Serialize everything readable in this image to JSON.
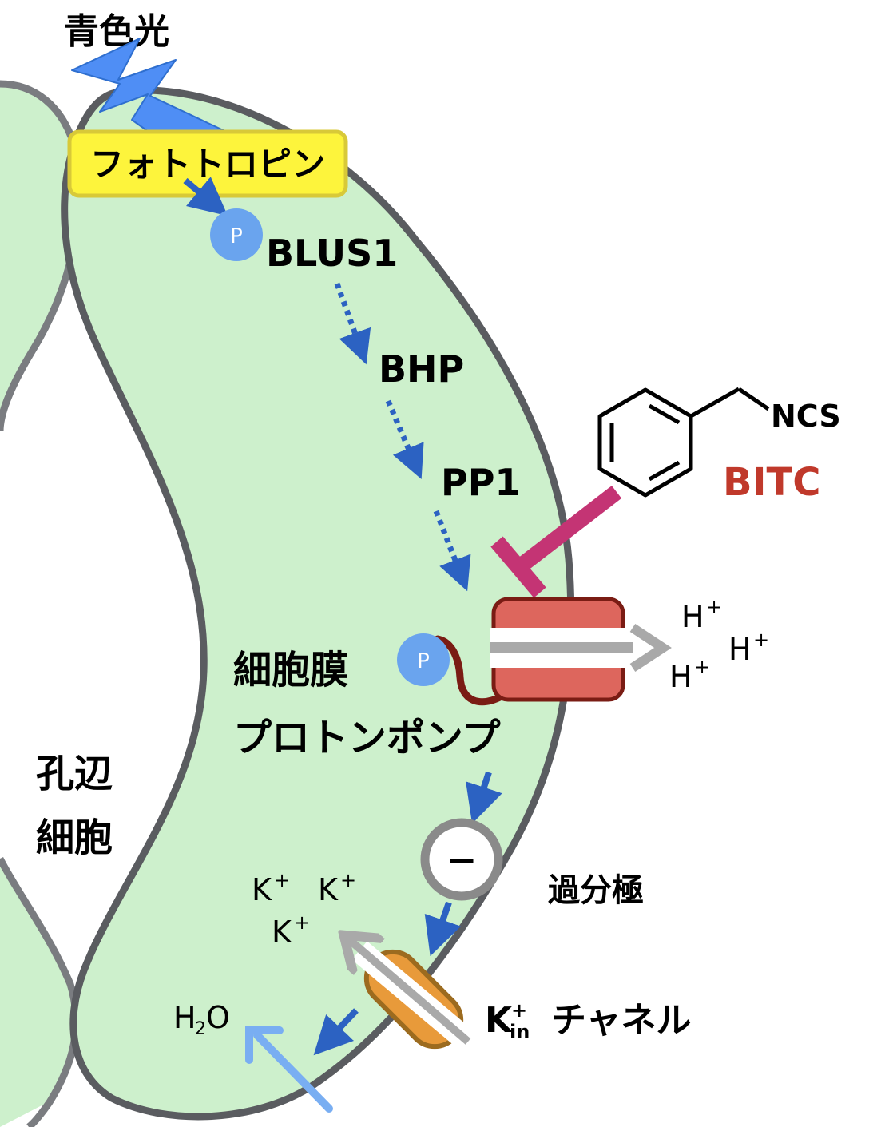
{
  "labels": {
    "blue_light": "青色光",
    "phototropin": "フォトトロピン",
    "phospho_p": "P",
    "blus1": "BLUS1",
    "bhp": "BHP",
    "pp1": "PP1",
    "ncs": "NCS",
    "bitc": "BITC",
    "membrane_line1": "細胞膜",
    "membrane_line2": "プロトンポンプ",
    "guard_line1": "孔辺",
    "guard_line2": "細胞",
    "h_base": "H",
    "plus": "+",
    "k_base": "K",
    "minus": "−",
    "hyperpolarization": "過分極",
    "kin_k": "K",
    "kin_sub": "in",
    "kin_sup": "+",
    "channel": "チャネル",
    "h2o_h": "H",
    "h2o_2": "2",
    "h2o_o": "O"
  },
  "colors": {
    "cell_fill": "#cdf0cc",
    "cell_outline": "#5a5c60",
    "arrow_blue": "#2c62c2",
    "lightning": "#4f8ef5",
    "phospho_circle": "#6aa4ee",
    "phototropin_bg": "#fdf43c",
    "phototropin_border": "#d8c938",
    "pump_red": "#dd665d",
    "pump_border": "#7a1c14",
    "bitc_red": "#c0392b",
    "inhibitor_magenta": "#c43474",
    "channel_orange": "#e89a3a",
    "channel_border": "#9c6b1f",
    "gray_arrow": "#a9a9a9",
    "water_arrow": "#79aef2"
  }
}
